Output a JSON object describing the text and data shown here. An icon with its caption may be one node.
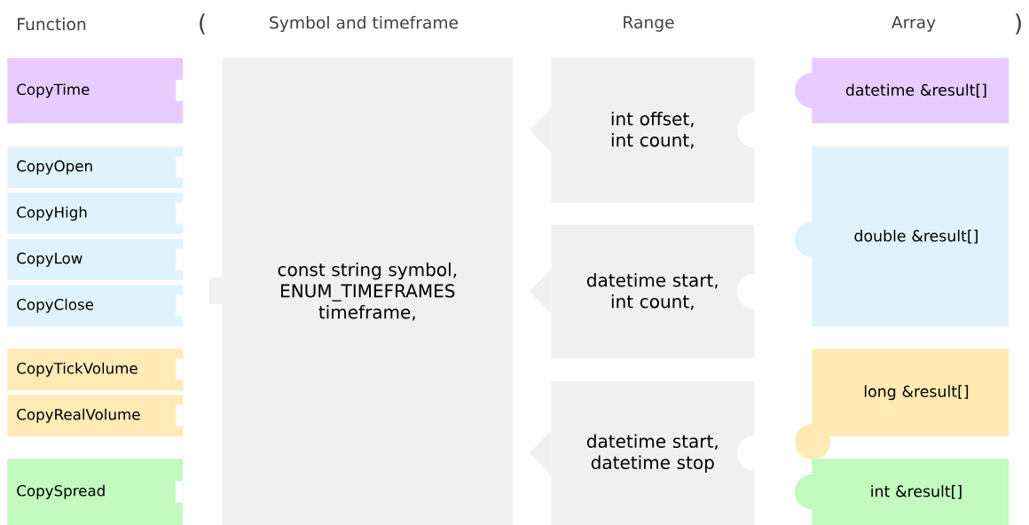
{
  "diagram": {
    "nodes": [
      {
        "text": [
          "CopyTime"
        ]
      },
      {
        "text": [
          "CopyOpen"
        ]
      },
      {
        "text": [
          "CopyHigh"
        ]
      },
      {
        "text": [
          "CopyLow"
        ]
      },
      {
        "text": [
          "CopyClose"
        ]
      },
      {
        "text": [
          "CopyTickVolume"
        ]
      },
      {
        "text": [
          "CopyRealVolume"
        ]
      },
      {
        "text": [
          "CopySpread"
        ]
      },
      {
        "text": [
          "const string symbol, ENUM_TIMEFRAMES timeframe,"
        ]
      },
      {
        "text": [
          "int offset, int count,"
        ]
      },
      {
        "text": [
          "datetime start, int count,"
        ]
      },
      {
        "text": [
          "datetime start, datetime stop"
        ]
      },
      {
        "text": [
          "datetime &result[]"
        ]
      },
      {
        "text": [
          "double &result[]"
        ]
      },
      {
        "text": [
          "long &result[]"
        ]
      },
      {
        "text": [
          "int &result[]"
        ]
      }
    ],
    "labels": [
      "Function",
      "(",
      "Symbol and timeframe",
      "Range",
      "Array",
      ")"
    ]
  }
}
